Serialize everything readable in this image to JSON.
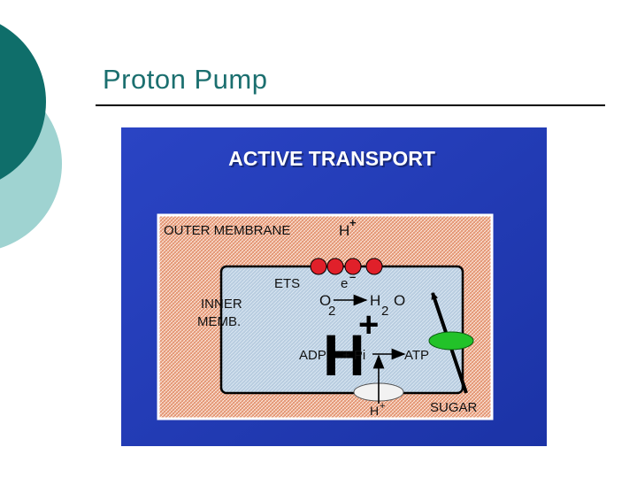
{
  "slide": {
    "title": "Proton Pump",
    "accent_color": "#0f6e6a",
    "accent_light": "#9fd3d1"
  },
  "diagram": {
    "heading": "ACTIVE TRANSPORT",
    "background_color": "#1f3fbf",
    "outer_region_color": "#e8a080",
    "inner_region_color": "#b9cde0",
    "labels": {
      "outer_membrane": "OUTER MEMBRANE",
      "h_plus_top": "H",
      "h_plus_top_sup": "+",
      "ets": "ETS",
      "electron": "e",
      "electron_sup": "–",
      "inner_line1": "INNER",
      "inner_line2": "MEMB.",
      "o2": "O",
      "o2_sub": "2",
      "h2o_h": "H",
      "h2o_sub": "2",
      "h2o_o": "O",
      "big_h": "H",
      "big_plus": "+",
      "adp": "ADP",
      "plus_pi": "+ Pi",
      "atp": "ATP",
      "h_plus_bottom": "H",
      "h_plus_bottom_sup": "+",
      "sugar": "SUGAR"
    }
  }
}
